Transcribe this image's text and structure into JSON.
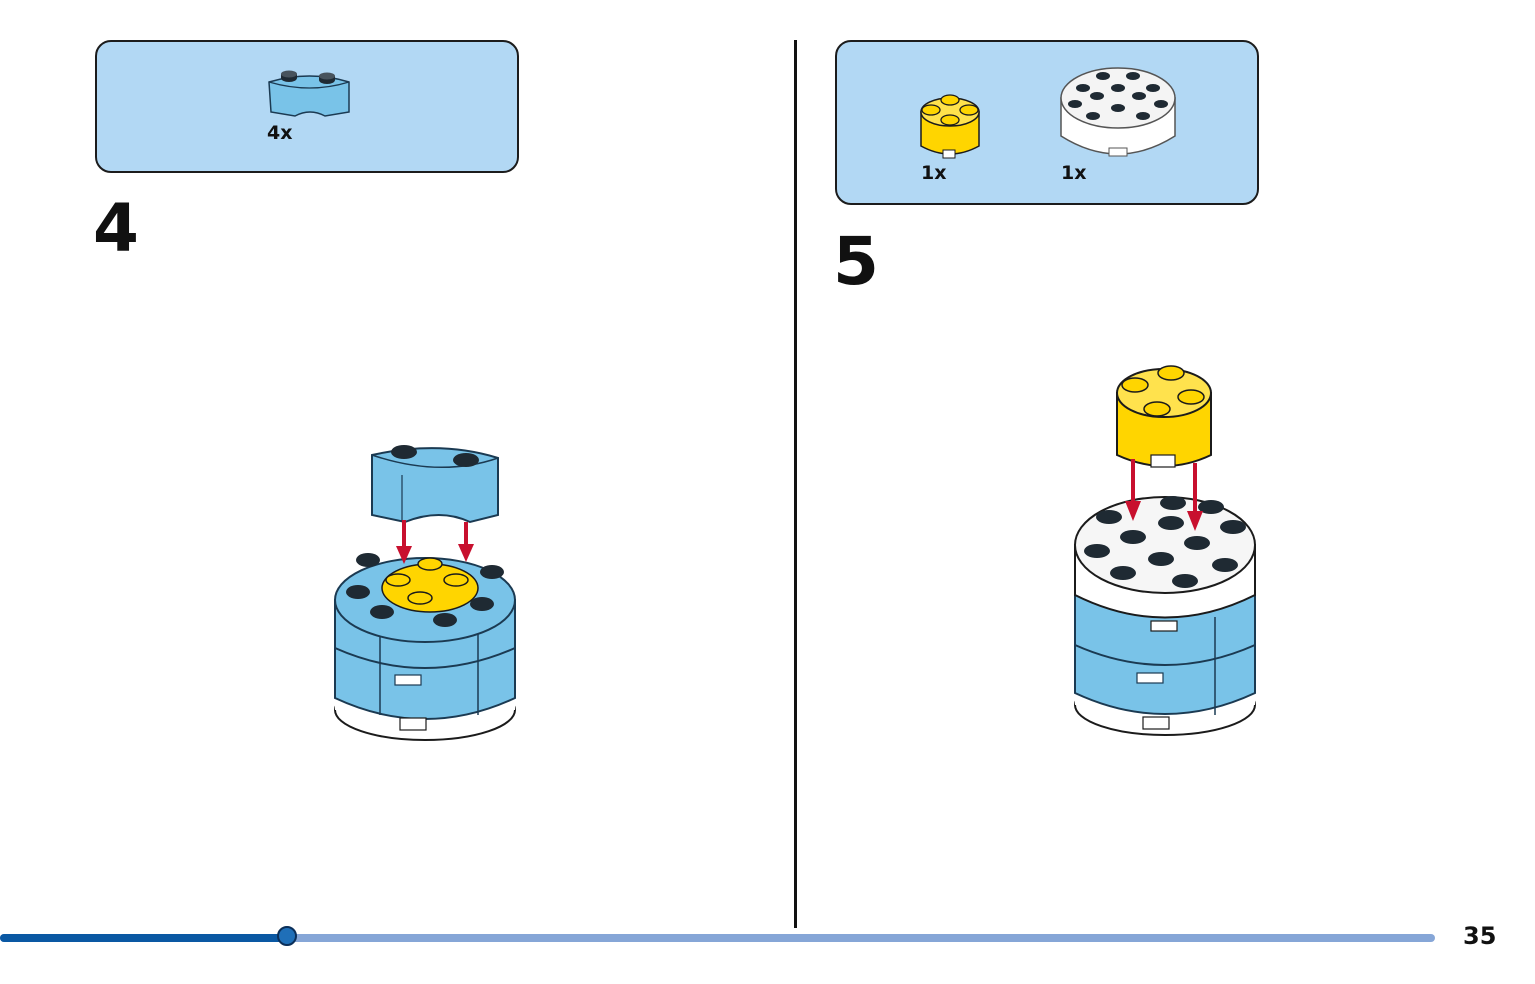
{
  "page": {
    "number": "35"
  },
  "progress": {
    "fraction": 0.2
  },
  "colors": {
    "callout_bg": "#b2d8f4",
    "medium_azure": "#79c3e8",
    "yellow": "#ffd500",
    "white": "#ffffff",
    "arrow_red": "#c8102e",
    "progress_done": "#0a58a3",
    "progress_rest": "#86a6d7"
  },
  "steps": [
    {
      "number": "4",
      "parts": [
        {
          "icon": "round-corner-brick-azure-icon",
          "quantity": "4x"
        }
      ]
    },
    {
      "number": "5",
      "parts": [
        {
          "icon": "round-brick-2x2-yellow-icon",
          "quantity": "1x"
        },
        {
          "icon": "round-brick-4x4-white-icon",
          "quantity": "1x"
        }
      ]
    }
  ]
}
